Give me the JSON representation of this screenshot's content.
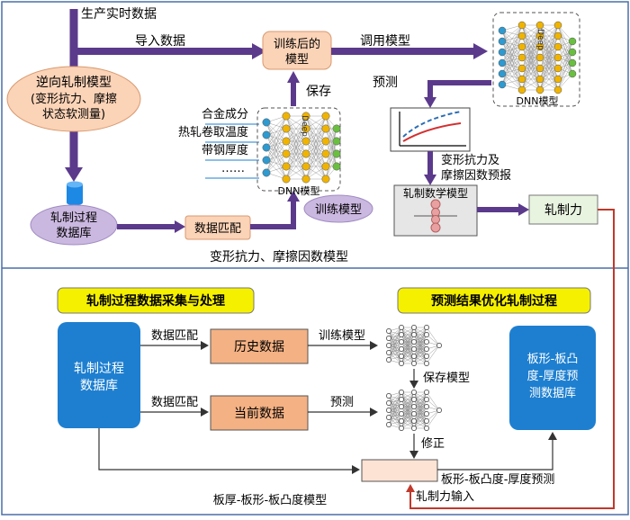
{
  "top": {
    "production_data": "生产实时数据",
    "import_data": "导入数据",
    "trained_model_l1": "训练后的",
    "trained_model_l2": "模型",
    "call_model": "调用模型",
    "inverse_model_l1": "逆向轧制模型",
    "inverse_model_l2": "(变形抗力、摩擦",
    "inverse_model_l3": "状态软测量)",
    "save": "保存",
    "predict": "预测",
    "features": [
      "合金成分",
      "热轧卷取温度",
      "带钢厚度",
      "……"
    ],
    "dnn_label_center": "DNN模型",
    "dnn_label_right": "DNN模型",
    "deep_text": "Deep",
    "forecast_l1": "变形抗力及",
    "forecast_l2": "摩擦因数预报",
    "db_l1": "轧制过程",
    "db_l2": "数据库",
    "data_match": "数据匹配",
    "train_model": "训练模型",
    "math_model": "轧制数学模型",
    "rolling_force": "轧制力",
    "deformation_model": "变形抗力、摩擦因数模型"
  },
  "bottom": {
    "header_left": "轧制过程数据采集与处理",
    "header_right": "预测结果优化轧制过程",
    "db_l1": "轧制过程",
    "db_l2": "数据库",
    "data_match_1": "数据匹配",
    "data_match_2": "数据匹配",
    "history_data": "历史数据",
    "current_data": "当前数据",
    "train_model": "训练模型",
    "save_model": "保存模型",
    "predict": "预测",
    "correct": "修正",
    "out_db_l1": "板形-板凸",
    "out_db_l2": "度-厚度预",
    "out_db_l3": "测数据库",
    "shape_prediction": "板形-板凸度-厚度预测",
    "rolling_force_input": "轧制力输入",
    "thickness_model": "板厚-板形-板凸度模型"
  },
  "colors": {
    "arrow": "#5b3a8c",
    "model_box": "#fbd3b7",
    "db_ellipse": "#cbb8e0",
    "blue_box": "#1e7fd0",
    "yellow_header": "#f5f000",
    "brown_box": "#f4b183",
    "red_line": "#c0392b"
  }
}
